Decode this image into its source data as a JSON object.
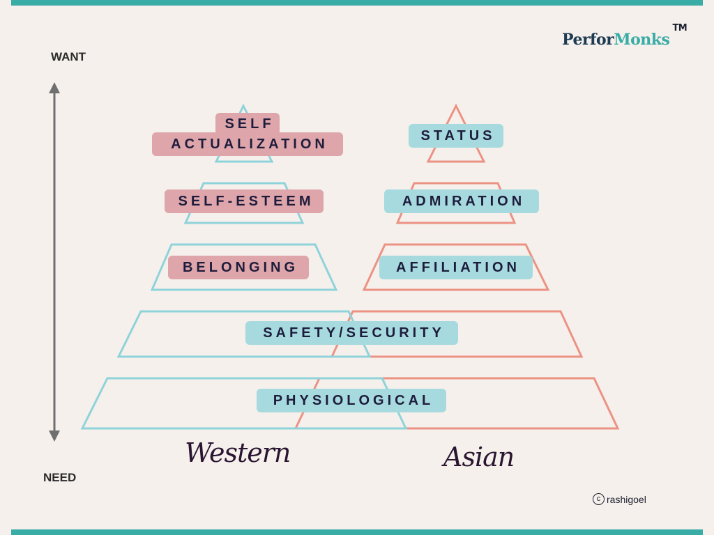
{
  "brand": {
    "name_part1": "Perfor",
    "name_part2": "Monks",
    "trademark": "TM"
  },
  "axis": {
    "top_label": "WANT",
    "bottom_label": "NEED"
  },
  "columns": {
    "western": "Western",
    "asian": "Asian"
  },
  "western_levels": [
    {
      "label_line1": "SELF",
      "label_line2": "ACTUALIZATION"
    },
    {
      "label": "SELF-ESTEEM"
    },
    {
      "label": "BELONGING"
    }
  ],
  "asian_levels": [
    {
      "label": "STATUS"
    },
    {
      "label": "ADMIRATION"
    },
    {
      "label": "AFFILIATION"
    }
  ],
  "shared_levels": [
    {
      "label": "SAFETY/SECURITY"
    },
    {
      "label": "PHYSIOLOGICAL"
    }
  ],
  "credit": {
    "symbol": "c",
    "text": "rashigoel"
  },
  "colors": {
    "teal_bar": "#3aaca6",
    "western_outline": "#8fd3da",
    "asian_outline": "#ec9283",
    "western_label_bg": "#dea6aa",
    "asian_label_bg": "#a6dade",
    "background": "#f5f0ec"
  }
}
